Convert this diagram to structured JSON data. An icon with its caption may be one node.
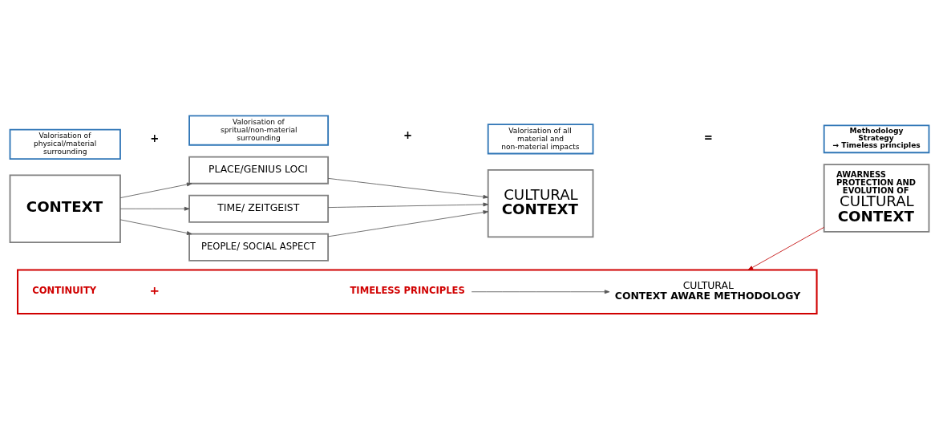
{
  "diagram": {
    "nodes": [
      {
        "text": [
          "Valorisation of physical/material surrounding"
        ]
      },
      {
        "text": [
          "Valorisation of spritual/non-material surrounding"
        ]
      },
      {
        "text": [
          "Valorisation of all material and non-material impacts"
        ]
      },
      {
        "text": [
          "Methodology Strategy → Timeless principles"
        ]
      },
      {
        "text": [
          "CONTEXT"
        ]
      },
      {
        "text": [
          "PLACE/GENIUS LOCI"
        ]
      },
      {
        "text": [
          "TIME/ ZEITGEIST"
        ]
      },
      {
        "text": [
          "PEOPLE/ SOCIAL ASPECT"
        ]
      },
      {
        "text": [
          "CULTURAL",
          "CONTEXT"
        ]
      },
      {
        "text": [
          "AWARNESS PROTECTION AND EVOLUTION OF",
          "CULTURAL",
          "CONTEXT"
        ]
      },
      {
        "text": [],
        "shape": "box"
      },
      {
        "text": [
          "CONTINUITY"
        ],
        "in": 10
      },
      {
        "text": [
          "TIMELESS PRINCIPLES"
        ],
        "in": 10
      },
      {
        "text": [
          "CULTURAL",
          "CONTEXT AWARE METHODOLOGY"
        ],
        "in": 10
      }
    ],
    "edges": [
      {
        "from": 4,
        "to": 5,
        "arrow": "to"
      },
      {
        "from": 4,
        "to": 6,
        "arrow": "to"
      },
      {
        "from": 4,
        "to": 7,
        "arrow": "to"
      },
      {
        "from": 5,
        "to": 8,
        "arrow": "to"
      },
      {
        "from": 6,
        "to": 8,
        "arrow": "to"
      },
      {
        "from": 7,
        "to": 8,
        "arrow": "to"
      },
      {
        "from": 9,
        "to": 10,
        "arrow": "to",
        "color": "#c00000"
      },
      {
        "from": 12,
        "to": 13,
        "arrow": "to"
      }
    ],
    "labels": [
      "+",
      "+",
      "=",
      "+"
    ]
  }
}
